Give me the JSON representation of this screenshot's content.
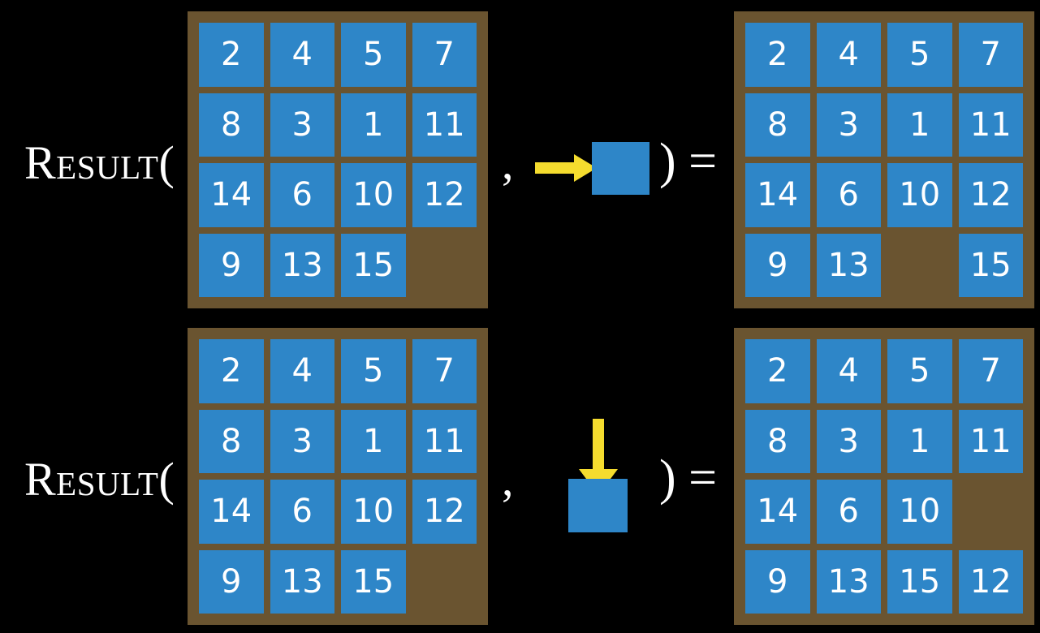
{
  "page": {
    "background_color": "#000000",
    "tile_color": "#2e86c8",
    "board_frame_color": "#6a5430",
    "arrow_color": "#f5dc2e",
    "text_color": "#ffffff"
  },
  "rows": [
    {
      "id": "row-1",
      "label": "Result(",
      "comma": ",",
      "closing": ") =",
      "move": {
        "direction": "right",
        "icon": "arrow-right-icon",
        "tile_label": ""
      },
      "input_board": {
        "caption": "input-state",
        "grid": [
          [
            "2",
            "4",
            "5",
            "7"
          ],
          [
            "8",
            "3",
            "1",
            "11"
          ],
          [
            "14",
            "6",
            "10",
            "12"
          ],
          [
            "9",
            "13",
            "15",
            ""
          ]
        ]
      },
      "output_board": {
        "caption": "result-state",
        "grid": [
          [
            "2",
            "4",
            "5",
            "7"
          ],
          [
            "8",
            "3",
            "1",
            "11"
          ],
          [
            "14",
            "6",
            "10",
            "12"
          ],
          [
            "9",
            "13",
            "",
            "15"
          ]
        ]
      }
    },
    {
      "id": "row-2",
      "label": "Result(",
      "comma": ",",
      "closing": ") =",
      "move": {
        "direction": "down",
        "icon": "arrow-down-icon",
        "tile_label": ""
      },
      "input_board": {
        "caption": "input-state",
        "grid": [
          [
            "2",
            "4",
            "5",
            "7"
          ],
          [
            "8",
            "3",
            "1",
            "11"
          ],
          [
            "14",
            "6",
            "10",
            "12"
          ],
          [
            "9",
            "13",
            "15",
            ""
          ]
        ]
      },
      "output_board": {
        "caption": "result-state",
        "grid": [
          [
            "2",
            "4",
            "5",
            "7"
          ],
          [
            "8",
            "3",
            "1",
            "11"
          ],
          [
            "14",
            "6",
            "10",
            ""
          ],
          [
            "9",
            "13",
            "15",
            "12"
          ]
        ]
      }
    }
  ]
}
